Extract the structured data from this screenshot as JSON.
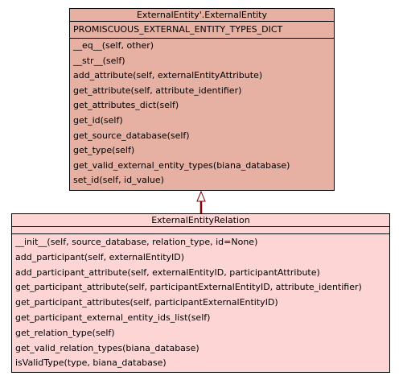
{
  "diagram": {
    "classes": [
      {
        "name": "ExternalEntity'.ExternalEntity",
        "attributes": [
          "PROMISCUOUS_EXTERNAL_ENTITY_TYPES_DICT"
        ],
        "methods": [
          "__eq__(self, other)",
          "__str__(self)",
          "add_attribute(self, externalEntityAttribute)",
          "get_attribute(self, attribute_identifier)",
          "get_attributes_dict(self)",
          "get_id(self)",
          "get_source_database(self)",
          "get_type(self)",
          "get_valid_external_entity_types(biana_database)",
          "set_id(self, id_value)"
        ]
      },
      {
        "name": "ExternalEntityRelation",
        "attributes": [],
        "methods": [
          "__init__(self, source_database, relation_type, id=None)",
          "add_participant(self, externalEntityID)",
          "add_participant_attribute(self, externalEntityID, participantAttribute)",
          "get_participant_attribute(self, participantExternalEntityID, attribute_identifier)",
          "get_participant_attributes(self, participantExternalEntityID)",
          "get_participant_external_entity_ids_list(self)",
          "get_relation_type(self)",
          "get_valid_relation_types(biana_database)",
          "isValidType(type, biana_database)"
        ]
      }
    ],
    "colors": {
      "parent_fill": "#e6b0a2",
      "child_fill": "#fdd5d5",
      "inheritance_line": "#8b0000"
    },
    "relationship": "inheritance"
  }
}
